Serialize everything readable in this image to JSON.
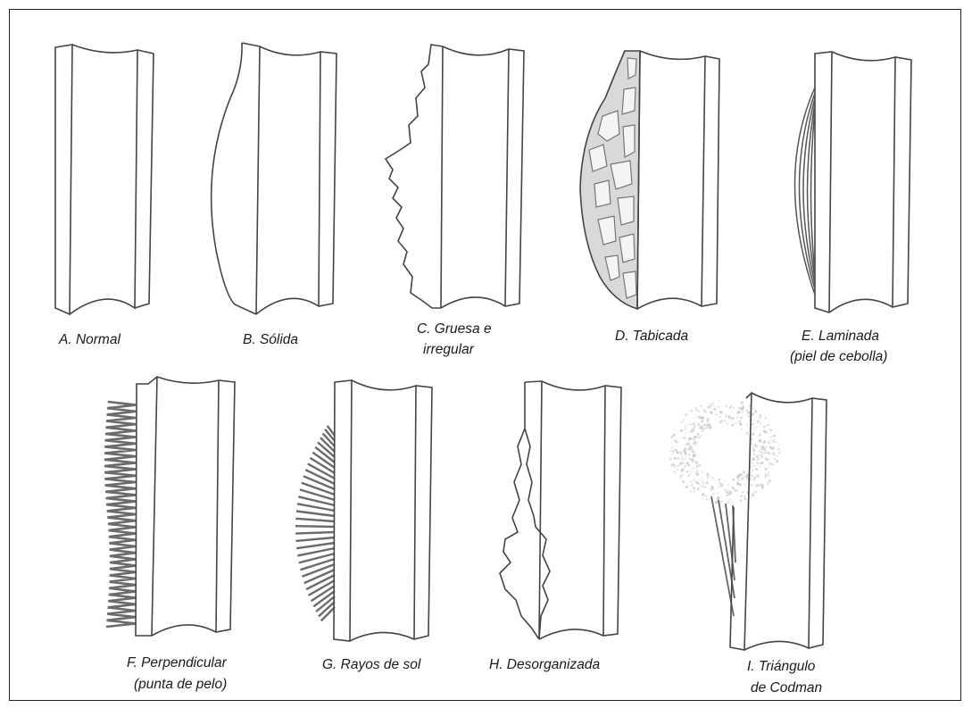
{
  "figure": {
    "panels": [
      {
        "id": "A",
        "lines": [
          "A. Normal"
        ]
      },
      {
        "id": "B",
        "lines": [
          "B. Sólida"
        ]
      },
      {
        "id": "C",
        "lines": [
          "C. Gruesa e",
          "irregular"
        ]
      },
      {
        "id": "D",
        "lines": [
          "D. Tabicada"
        ]
      },
      {
        "id": "E",
        "lines": [
          "E. Laminada",
          "(piel de cebolla)"
        ]
      },
      {
        "id": "F",
        "lines": [
          "F. Perpendicular",
          "(punta de pelo)"
        ]
      },
      {
        "id": "G",
        "lines": [
          "G. Rayos de sol"
        ]
      },
      {
        "id": "H",
        "lines": [
          "H. Desorganizada"
        ]
      },
      {
        "id": "I",
        "lines": [
          "I. Triángulo",
          "de Codman"
        ]
      }
    ]
  },
  "colors": {
    "outline": "#444444",
    "reaction": "#6b6b6b",
    "fill": "#d9d9d9",
    "haze": "#c8c8c8"
  }
}
